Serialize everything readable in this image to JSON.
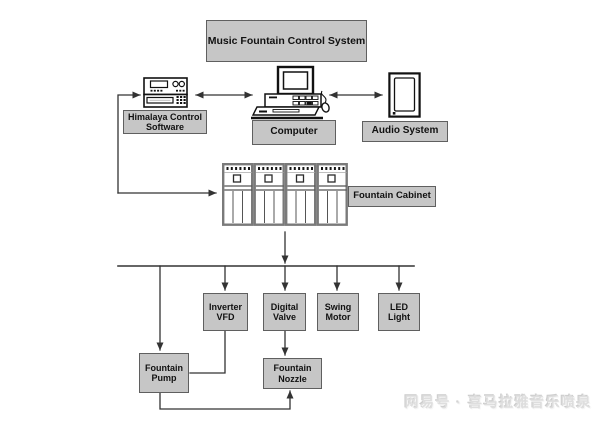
{
  "title": "Music Fountain Control System",
  "nodes": {
    "himalaya": {
      "label": "Himalaya Control\nSoftware"
    },
    "computer": {
      "label": "Computer"
    },
    "audio": {
      "label": "Audio System"
    },
    "cabinet": {
      "label": "Fountain Cabinet"
    },
    "inverter": {
      "label": "Inverter\nVFD"
    },
    "digital_valve": {
      "label": "Digital\nValve"
    },
    "swing_motor": {
      "label": "Swing\nMotor"
    },
    "led_light": {
      "label": "LED\nLight"
    },
    "pump": {
      "label": "Fountain\nPump"
    },
    "nozzle": {
      "label": "Fountain\nNozzle"
    }
  },
  "icons": {
    "himalaya": "media-controller-icon",
    "computer": "desktop-computer-icon",
    "audio": "speaker-icon",
    "cabinet": "control-cabinet-icon"
  },
  "watermark": "网易号 · 喜马拉雅音乐喷泉",
  "colors": {
    "box_fill": "#c6c6c6",
    "box_border": "#5f5f5f",
    "line": "#333333",
    "cabinet_frame": "#7a7a7a",
    "watermark": "#dedede"
  }
}
